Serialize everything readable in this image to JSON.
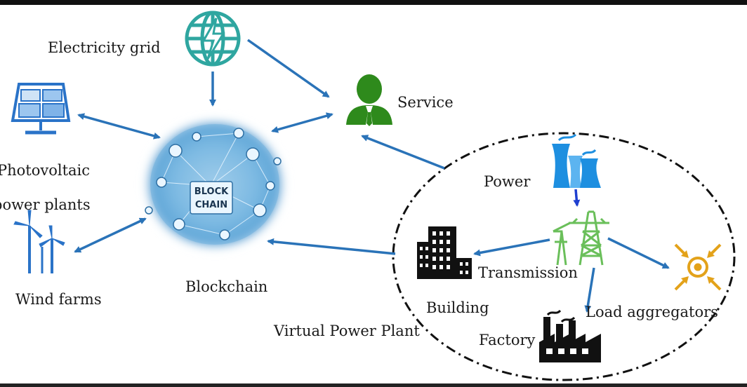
{
  "labels": {
    "electricity_grid": "Electricity grid",
    "service": "Service",
    "photovoltaic_line1": "Photovoltaic",
    "photovoltaic_line2": "power plants",
    "wind_farms": "Wind farms",
    "blockchain": "Blockchain",
    "power": "Power",
    "transmission": "Transmission",
    "building": "Building",
    "factory": "Factory",
    "load_aggregators": "Load aggregators",
    "virtual_power_plant": "Virtual Power Plant"
  },
  "blockchain_core": {
    "line1": "BLOCK",
    "line2": "CHAIN"
  },
  "colors": {
    "arrow": "#2a73b8",
    "grid_icon": "#2fa6a0",
    "service_icon": "#2e8a1c",
    "solar_icon": "#2a73c8",
    "power_icon": "#1e8fe0",
    "transmission_icon": "#6abf5a",
    "aggregator_icon": "#e3a21a",
    "building_icon": "#111111"
  }
}
